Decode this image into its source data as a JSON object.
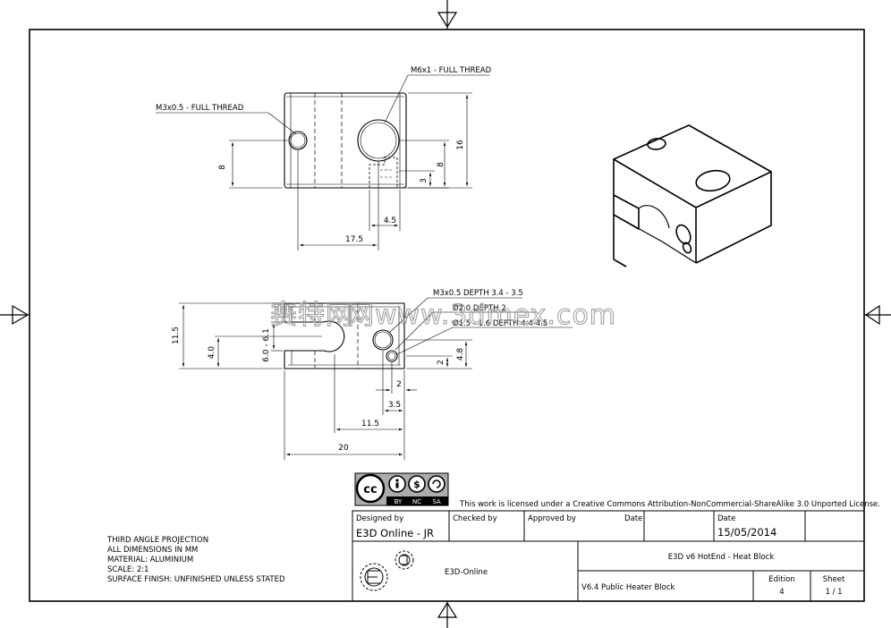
{
  "annotations": {
    "m6_thread": "M6x1 - FULL THREAD",
    "m3_thread": "M3x0.5 - FULL THREAD",
    "m3_depth": "M3x0.5 DEPTH 3.4 - 3.5",
    "d2_depth": "Ø2.0 DEPTH 2",
    "d15_depth": "Ø1.5 - 1.6 DEPTH 4.4-4.5"
  },
  "dimensions": {
    "top_height": "16",
    "top_side": "8",
    "top_inner": "8",
    "top_small": "3",
    "top_width": "17.5",
    "top_offset": "4.5",
    "bottom_height": "11.5",
    "bottom_left": "4.0",
    "bottom_slot": "6.0 - 6.1",
    "bottom_right": "4.8",
    "bottom_small": "2",
    "bottom_b1": "2",
    "bottom_b2": "3.5",
    "bottom_b3": "11.5",
    "bottom_b4": "20"
  },
  "watermark": "网www.3dmex.com",
  "watermark_cjk": "赛特网",
  "license": {
    "text": "This work is licensed under a Creative Commons Attribution-NonCommercial-ShareAlike 3.0 Unported License.",
    "cc": "cc",
    "badges": [
      "BY",
      "NC",
      "SA"
    ]
  },
  "notes": [
    "THIRD ANGLE PROJECTION",
    "ALL DIMENSIONS IN MM",
    "MATERIAL: ALUMINIUM",
    "SCALE: 2:1",
    "SURFACE FINISH: UNFINISHED UNLESS STATED"
  ],
  "title_block": {
    "designed_by_label": "Designed by",
    "designed_by": "E3D Online - JR",
    "checked_by_label": "Checked by",
    "approved_by_label": "Approved by",
    "date_label_1": "Date",
    "date_label_2": "Date",
    "date": "15/05/2014",
    "company": "E3D-Online",
    "title": "E3D v6 HotEnd - Heat Block",
    "part": "V6.4 Public Heater Block",
    "edition_label": "Edition",
    "edition": "4",
    "sheet_label": "Sheet",
    "sheet": "1 / 1"
  }
}
